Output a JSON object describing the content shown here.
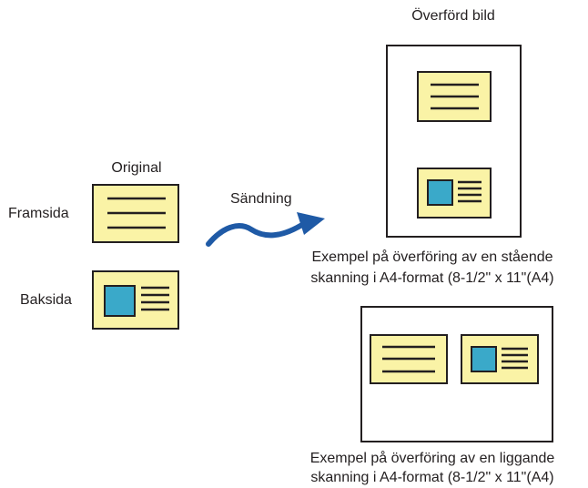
{
  "labels": {
    "transferred_image": "Överförd bild",
    "original": "Original",
    "front": "Framsida",
    "back": "Baksida",
    "sending": "Sändning",
    "portrait_caption_line1": "Exempel på överföring av en stående",
    "portrait_caption_line2": "skanning i A4-format (8-1/2\" x 11\"(A4)",
    "landscape_caption_line1": "Exempel på överföring av en liggande",
    "landscape_caption_line2": "skanning i A4-format (8-1/2\" x 11\"(A4)"
  },
  "colors": {
    "card_fill": "#faf3a6",
    "photo_fill": "#3aa9c9",
    "outline": "#231f20",
    "arrow": "#1f5aa6"
  },
  "icons": {
    "arrow": "curved-arrow-icon",
    "text_card": "text-card-icon",
    "photo_card": "photo-card-icon"
  }
}
